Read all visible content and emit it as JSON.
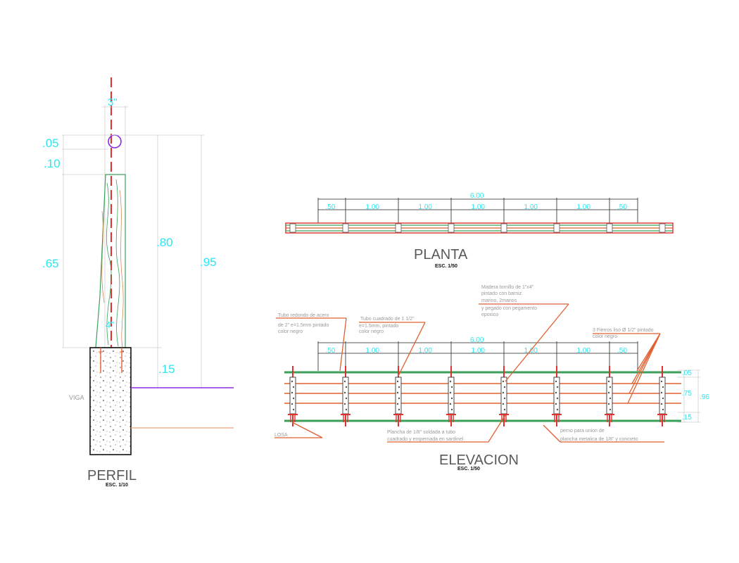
{
  "perfil": {
    "title": "PERFIL",
    "scale": "ESC. 1/10",
    "dim_top": "3\"",
    "dim_05": ".05",
    "dim_10": ".10",
    "dim_65": ".65",
    "dim_80": ".80",
    "dim_95": ".95",
    "dim_15": ".15",
    "dim_4": "4\"",
    "label_viga": "VIGA"
  },
  "planta": {
    "title": "PLANTA",
    "scale": "ESC. 1/50",
    "total": "6.00",
    "spans": [
      ".50",
      "1.00",
      "1.00",
      "1.00",
      "1.00",
      "1.00",
      ".50"
    ]
  },
  "elevacion": {
    "title": "ELEVACION",
    "scale": "ESC. 1/50",
    "total": "6.00",
    "spans": [
      ".50",
      "1.00",
      "1.00",
      "1.00",
      "1.00",
      "1.00",
      ".50"
    ],
    "dim_05": ".05",
    "dim_75": ".75",
    "dim_96": ".96",
    "dim_15": ".15",
    "notes": {
      "tubo_redondo": [
        "Tubo redondo de acero",
        "de 2\" e=1.5mm pintado",
        "color negro"
      ],
      "tubo_cuadrado": [
        "Tubo cuadrado de 1 1/2\"",
        "e=1.5mm, pintado",
        "color negro"
      ],
      "madera": [
        "Madera tornillo de 1\"x4\"",
        "pintado con barniz",
        "marino, 2manos",
        "y pegado con pegamento",
        "epoxico"
      ],
      "fierros": [
        "3 Fierros liso Ø 1/2\" pintado",
        "color negro"
      ],
      "losa": "LOSA",
      "plancha": [
        "Plancha de 1/8\" soldada a tubo",
        "cuadrado y empernada en sardinel"
      ],
      "perno": [
        "perno para union de",
        "plancha metalica de 1/8\" y concreto"
      ]
    }
  }
}
